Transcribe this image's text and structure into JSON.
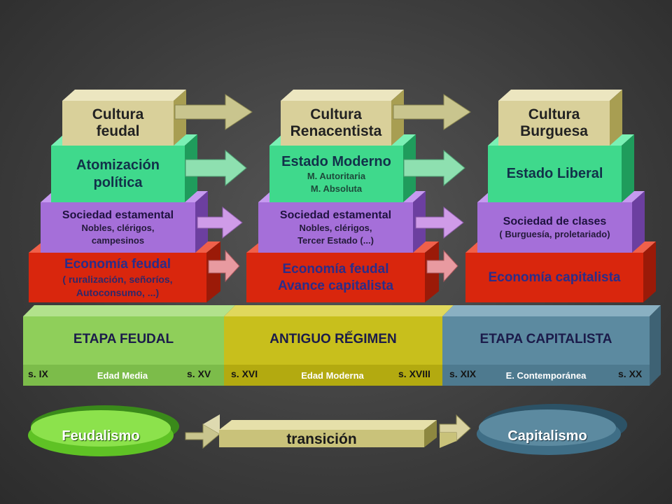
{
  "columns": [
    {
      "cultura": {
        "line1": "Cultura",
        "line2": "feudal"
      },
      "estado": {
        "title_line1": "Atomización",
        "title_line2": "política"
      },
      "sociedad": {
        "title": "Sociedad estamental",
        "sub_line1": "Nobles, clérigos,",
        "sub_line2": "campesinos"
      },
      "economia": {
        "title": "Economía feudal",
        "sub_line1": "( ruralización, señoríos,",
        "sub_line2": "Autoconsumo, ...)"
      }
    },
    {
      "cultura": {
        "line1": "Cultura",
        "line2": "Renacentista"
      },
      "estado": {
        "title": "Estado Moderno",
        "sub_line1": "M. Autoritaria",
        "sub_line2": "M. Absoluta"
      },
      "sociedad": {
        "title": "Sociedad estamental",
        "sub_line1": "Nobles, clérigos,",
        "sub_line2": "Tercer Estado (...)"
      },
      "economia": {
        "line1": "Economía feudal",
        "line2": "Avance capitalista"
      }
    },
    {
      "cultura": {
        "line1": "Cultura",
        "line2": "Burguesa"
      },
      "estado": {
        "title": "Estado Liberal"
      },
      "sociedad": {
        "title": "Sociedad de clases",
        "sub_line1": "( Burguesía, proletariado)"
      },
      "economia": {
        "title": "Economía capitalista"
      }
    }
  ],
  "stages": [
    {
      "title": "ETAPA FEUDAL",
      "start": "s. IX",
      "end": "s. XV",
      "era": "Edad Media",
      "color": "#8fcf5a"
    },
    {
      "title": "ANTIGUO RẾGIMEN",
      "start": "s. XVI",
      "end": "s. XVIII",
      "era": "Edad Moderna",
      "color": "#c8bf1c"
    },
    {
      "title": "ETAPA CAPITALISTA",
      "start": "s. XIX",
      "end": "s. XX",
      "era": "E. Contemporánea",
      "color": "#5c8aa0"
    }
  ],
  "bottom": {
    "left": "Feudalismo",
    "middle": "transición",
    "right": "Capitalismo"
  },
  "colors": {
    "cultura": "#d9d09a",
    "estado": "#3fd98c",
    "sociedad": "#a56fd9",
    "economia": "#d9260d"
  }
}
